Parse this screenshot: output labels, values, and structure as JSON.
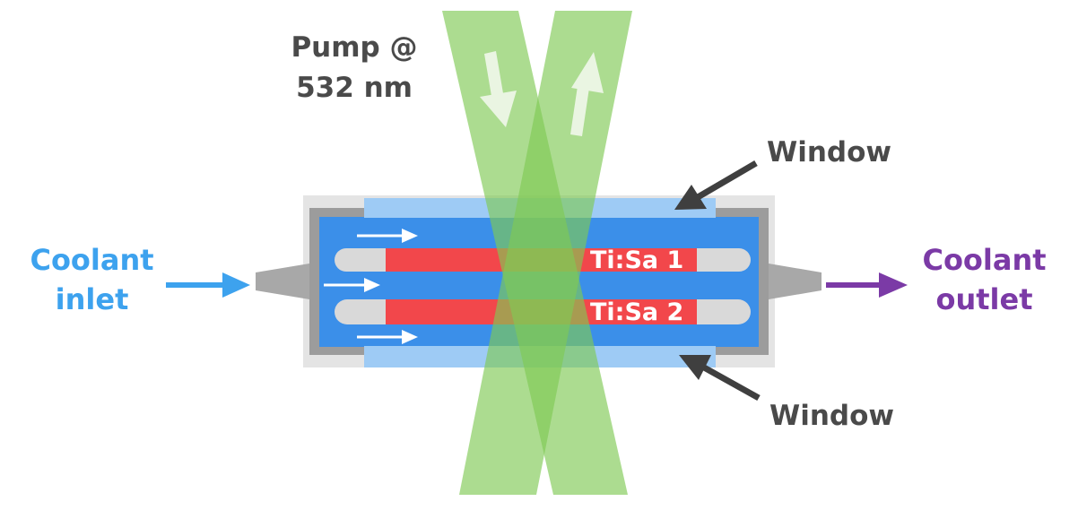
{
  "labels": {
    "pump_line1": "Pump @",
    "pump_line2": "532 nm",
    "window_top": "Window",
    "window_bottom": "Window",
    "coolant_inlet_line1": "Coolant",
    "coolant_inlet_line2": "inlet",
    "coolant_outlet_line1": "Coolant",
    "coolant_outlet_line2": "outlet",
    "crystal_1": "Ti:Sa 1",
    "crystal_2": "Ti:Sa 2"
  },
  "colors": {
    "pump_beam": "#8bcf64",
    "coolant": "#3b8fe9",
    "window": "#9ecbf5",
    "crystal": "#f2474b",
    "crystal_end": "#d9d9d9",
    "housing": "#9c9c9c",
    "inlet_text": "#3da2ee",
    "outlet_text": "#7b3aa6",
    "label_text": "#4a4a4a",
    "pointer_arrow": "#3f3f3f"
  }
}
